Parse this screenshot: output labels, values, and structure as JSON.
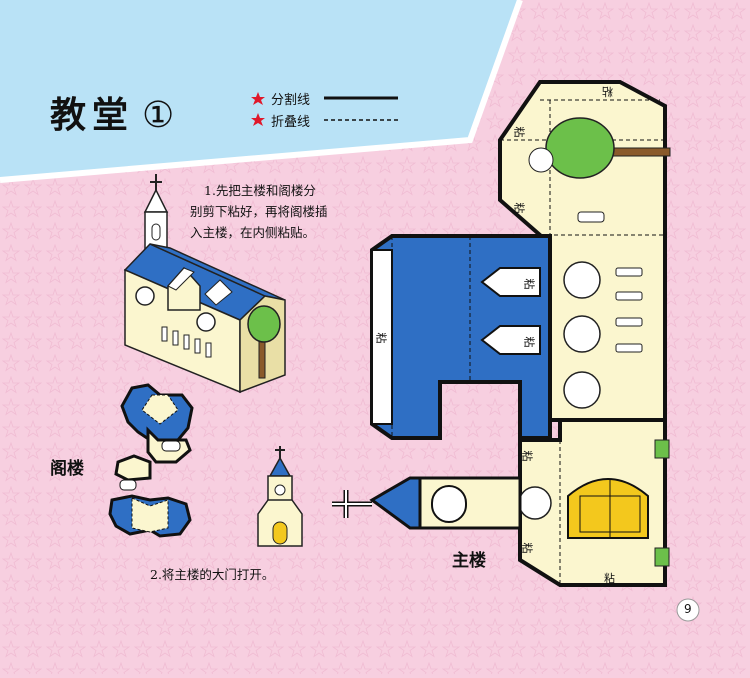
{
  "title": {
    "text": "教堂",
    "number": "①"
  },
  "legend": {
    "cut_line": "分割线",
    "fold_line": "折叠线"
  },
  "instructions": {
    "step1": [
      "1.先把主楼和阁楼分",
      "别剪下粘好，再将阁楼插",
      "入主楼，在内侧粘贴。"
    ],
    "step2": "2.将主楼的大门打开。"
  },
  "labels": {
    "attic": "阁楼",
    "main_building": "主楼",
    "glue": "粘"
  },
  "page_number": "9",
  "colors": {
    "background_pink": "#f7cfe0",
    "sky_blue": "#b9e2f6",
    "church_blue": "#2f6fc4",
    "wall_cream": "#fbf6cf",
    "tree_green": "#6cc04a",
    "star_red": "#e0182a",
    "door_gold": "#f3c81d"
  },
  "icons": [
    "red-star-icon",
    "cross-icon",
    "page-number-circle"
  ]
}
